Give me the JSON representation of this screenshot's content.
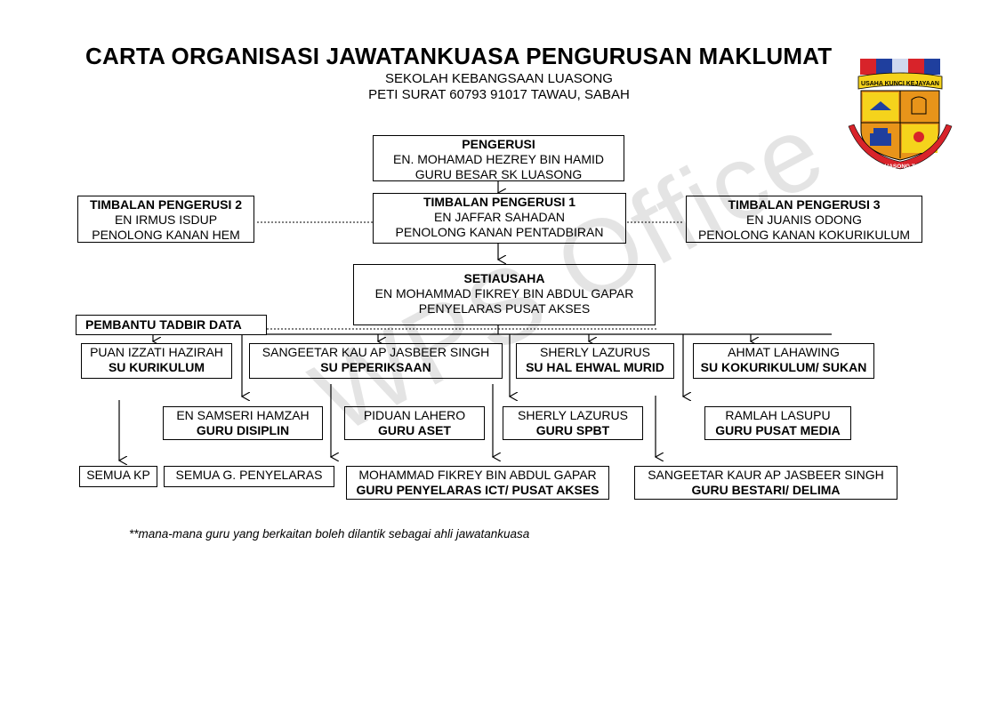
{
  "header": {
    "title": "CARTA ORGANISASI JAWATANKUASA PENGURUSAN MAKLUMAT",
    "school": "SEKOLAH KEBANGSAAN LUASONG",
    "address": "PETI SURAT 60793 91017 TAWAU, SABAH"
  },
  "logo": {
    "motto": "USAHA KUNCI KEJAYAAN",
    "ribbon": "S.K. LUASONG TAWAU"
  },
  "boxes": {
    "pengerusi": {
      "role": "PENGERUSI",
      "name": "EN. MOHAMAD HEZREY BIN HAMID",
      "post": "GURU BESAR SK LUASONG"
    },
    "timbalan1": {
      "role": "TIMBALAN PENGERUSI 1",
      "name": "EN JAFFAR SAHADAN",
      "post": "PENOLONG KANAN PENTADBIRAN"
    },
    "timbalan2": {
      "role": "TIMBALAN PENGERUSI 2",
      "name": "EN IRMUS ISDUP",
      "post": "PENOLONG KANAN HEM"
    },
    "timbalan3": {
      "role": "TIMBALAN PENGERUSI 3",
      "name": "EN JUANIS ODONG",
      "post": "PENOLONG KANAN KOKURIKULUM"
    },
    "setiausaha": {
      "role": "SETIAUSAHA",
      "name": "EN MOHAMMAD FIKREY BIN ABDUL GAPAR",
      "post": "PENYELARAS PUSAT AKSES"
    },
    "pembantu": {
      "label": "PEMBANTU TADBIR DATA"
    },
    "su_kurikulum": {
      "name": "PUAN IZZATI HAZIRAH",
      "post": "SU KURIKULUM"
    },
    "su_peperiksaan": {
      "name": "SANGEETAR KAU AP JASBEER SINGH",
      "post": "SU PEPERIKSAAN"
    },
    "su_hem": {
      "name": "SHERLY LAZURUS",
      "post": "SU HAL EHWAL MURID"
    },
    "su_koku": {
      "name": "AHMAT LAHAWING",
      "post": "SU KOKURIKULUM/ SUKAN"
    },
    "guru_disiplin": {
      "name": "EN SAMSERI HAMZAH",
      "post": "GURU DISIPLIN"
    },
    "guru_aset": {
      "name": "PIDUAN LAHERO",
      "post": "GURU ASET"
    },
    "guru_spbt": {
      "name": "SHERLY LAZURUS",
      "post": "GURU SPBT"
    },
    "guru_media": {
      "name": "RAMLAH LASUPU",
      "post": "GURU PUSAT MEDIA"
    },
    "semua_kp": {
      "name": "SEMUA  KP"
    },
    "semua_penyelaras": {
      "name": "SEMUA G. PENYELARAS"
    },
    "guru_ict": {
      "name": "MOHAMMAD FIKREY BIN ABDUL GAPAR",
      "post": "GURU PENYELARAS ICT/ PUSAT AKSES"
    },
    "guru_bestari": {
      "name": "SANGEETAR KAUR AP JASBEER SINGH",
      "post": "GURU BESTARI/ DELIMA"
    }
  },
  "note": "**mana-mana guru yang berkaitan boleh dilantik sebagai ahli jawatankuasa",
  "watermark": "WPS Office",
  "colors": {
    "logo_red": "#d8232a",
    "logo_blue": "#1f3f9e",
    "logo_yellow": "#f5d31c",
    "logo_orange": "#e8941a"
  }
}
